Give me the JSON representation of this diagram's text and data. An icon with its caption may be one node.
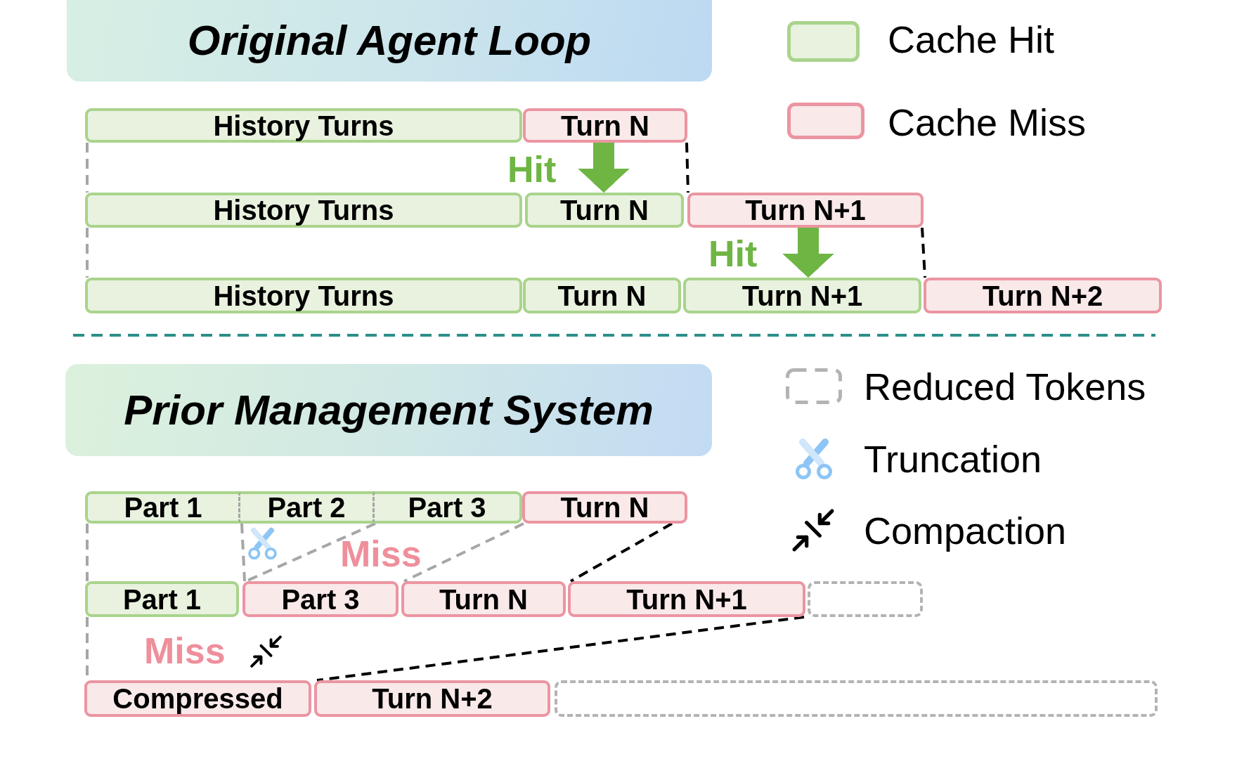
{
  "diagram": {
    "nodes": [
      {
        "text": [
          "Original Agent Loop"
        ]
      },
      {
        "text": [
          "History Turns"
        ]
      },
      {
        "text": [
          "Turn N"
        ]
      },
      {
        "text": [
          "History Turns"
        ]
      },
      {
        "text": [
          "Turn N"
        ]
      },
      {
        "text": [
          "Turn N+1"
        ]
      },
      {
        "text": [
          "History Turns"
        ]
      },
      {
        "text": [
          "Turn N"
        ]
      },
      {
        "text": [
          "Turn N+1"
        ]
      },
      {
        "text": [
          "Turn N+2"
        ]
      },
      {
        "text": [
          "Prior Management System"
        ]
      },
      {
        "text": [
          "Part 1"
        ]
      },
      {
        "text": [
          "Part 2"
        ]
      },
      {
        "text": [
          "Part 3"
        ]
      },
      {
        "text": [
          "Turn N"
        ]
      },
      {
        "text": [
          "Part 1"
        ]
      },
      {
        "text": [
          "Part 3"
        ]
      },
      {
        "text": [
          "Turn N"
        ]
      },
      {
        "text": [
          "Turn N+1"
        ]
      },
      {
        "text": [],
        "shape": "box"
      },
      {
        "text": [
          "Compressed"
        ]
      },
      {
        "text": [
          "Turn N+2"
        ]
      },
      {
        "text": [],
        "shape": "box"
      }
    ],
    "edges": [
      {
        "from": 1,
        "to": 3,
        "arrow": "none",
        "style": "dashed"
      },
      {
        "from": 3,
        "to": 6,
        "arrow": "none",
        "style": "dashed"
      },
      {
        "from": 2,
        "to": 4,
        "arrow": "to",
        "label": "Hit",
        "style": "thick",
        "color": "#6fb544"
      },
      {
        "from": 2,
        "to": 5,
        "arrow": "none",
        "style": "dashed",
        "color": "#000000"
      },
      {
        "from": 5,
        "to": 8,
        "arrow": "to",
        "label": "Hit",
        "style": "thick",
        "color": "#6fb544"
      },
      {
        "from": 5,
        "to": 9,
        "arrow": "none",
        "style": "dashed",
        "color": "#000000"
      },
      {
        "from": 11,
        "to": 15,
        "arrow": "none",
        "style": "dashed"
      },
      {
        "from": 15,
        "to": 20,
        "arrow": "none",
        "style": "dashed"
      },
      {
        "from": 12,
        "to": 16,
        "arrow": "none",
        "style": "dashed"
      },
      {
        "from": 13,
        "to": 16,
        "arrow": "none",
        "style": "dashed"
      },
      {
        "from": 14,
        "to": 17,
        "arrow": "none",
        "style": "dashed"
      },
      {
        "from": 14,
        "to": 18,
        "arrow": "none",
        "style": "dashed",
        "color": "#000000"
      },
      {
        "from": 18,
        "to": 21,
        "arrow": "none",
        "style": "dashed",
        "color": "#000000"
      }
    ],
    "labels": [
      "Miss",
      "Miss"
    ],
    "legend": [
      {
        "text": "Cache Hit",
        "color": "#e8f2de"
      },
      {
        "text": "Cache Miss",
        "color": "#f9e9e9"
      },
      {
        "text": "Reduced Tokens"
      },
      {
        "text": "Truncation"
      },
      {
        "text": "Compaction"
      }
    ]
  }
}
